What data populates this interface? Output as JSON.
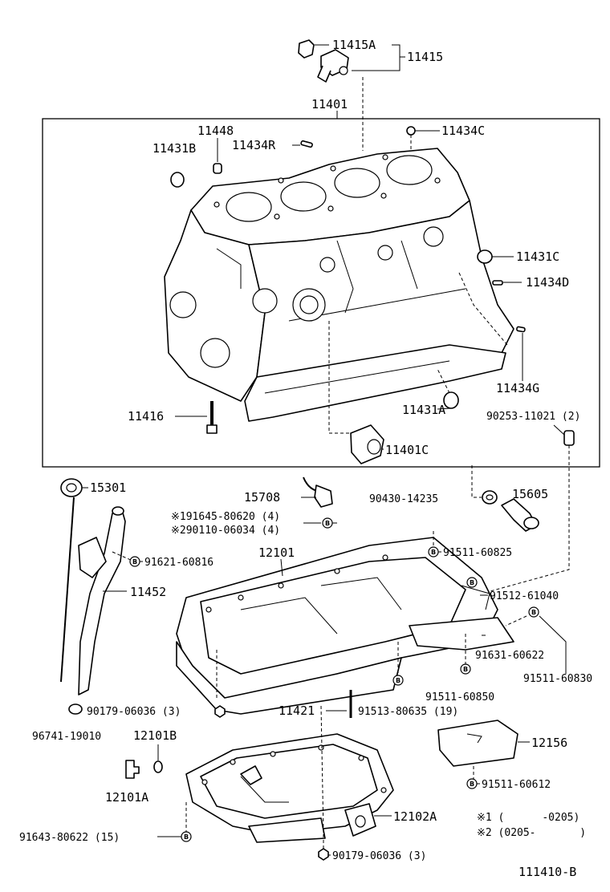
{
  "parts": {
    "p11415A": "11415A",
    "p11415": "11415",
    "p11401": "11401",
    "p11448": "11448",
    "p11434C": "11434C",
    "p11431B": "11431B",
    "p11434R": "11434R",
    "p11431C": "11431C",
    "p11434D": "11434D",
    "p11434G": "11434G",
    "p11416": "11416",
    "p11431A": "11431A",
    "p11401C": "11401C",
    "p90253": "90253-11021 (2)",
    "p15301": "15301",
    "p15708": "15708",
    "p191645": "※191645-80620 (4)",
    "p290110": "※290110-06034 (4)",
    "p90430": "90430-14235",
    "p15605": "15605",
    "p12101": "12101",
    "p91621": "91621-60816",
    "p91511_60825": "91511-60825",
    "p11452": "11452",
    "p91512": "91512-61040",
    "p91631": "91631-60622",
    "p91511_60830": "91511-60830",
    "p91511_60850": "91511-60850",
    "p90179_a": "90179-06036 (3)",
    "p11421": "11421",
    "p91513": "91513-80635 (19)",
    "p96741": "96741-19010",
    "p12101B": "12101B",
    "p12156": "12156",
    "p91511_60612": "91511-60612",
    "p12101A": "12101A",
    "p12102A": "12102A",
    "p91643": "91643-80622 (15)",
    "p90179_b": "90179-06036 (3)"
  },
  "notes": {
    "n1": "※1 (      -0205)",
    "n2": "※2 (0205-       )"
  },
  "footer": {
    "code": "111410-B"
  },
  "bolt_mark": "B"
}
